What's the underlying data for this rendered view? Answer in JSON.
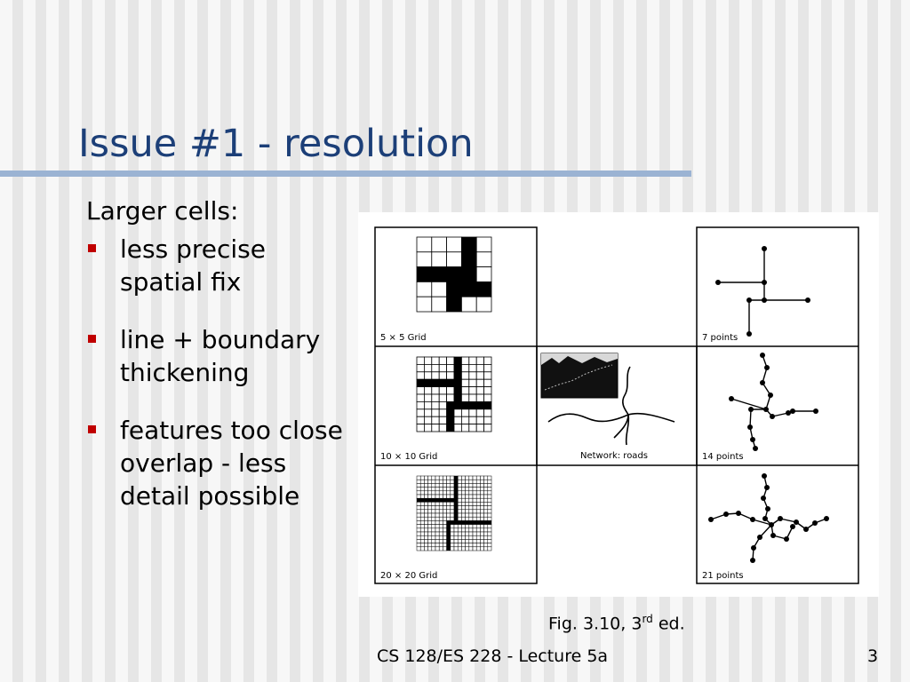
{
  "slide": {
    "title": "Issue #1 - resolution",
    "intro": "Larger cells:",
    "bullets": [
      "less precise spatial fix",
      "line + boundary thickening",
      "features too close overlap - less detail possible"
    ]
  },
  "figure": {
    "labels": {
      "grid5": "5 × 5 Grid",
      "grid10": "10 × 10 Grid",
      "grid20": "20 × 20 Grid",
      "network": "Network: roads",
      "points7": "7 points",
      "points14": "14 points",
      "points21": "21 points"
    },
    "caption": {
      "prefix": "Fig. 3.10, 3",
      "sup": "rd",
      "suffix": " ed."
    }
  },
  "footer": {
    "course": "CS 128/ES 228 - Lecture 5a",
    "page": "3"
  }
}
